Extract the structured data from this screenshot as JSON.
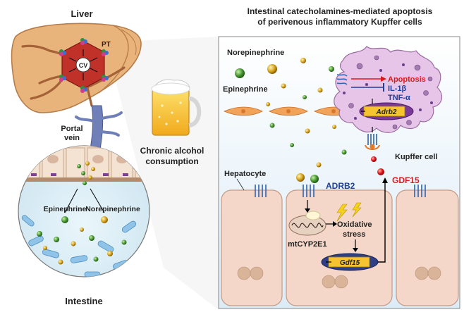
{
  "left_panel": {
    "liver_title": "Liver",
    "pt_label": "PT",
    "cv_label": "CV",
    "portal_vein_line1": "Portal",
    "portal_vein_line2": "vein",
    "epinephrine_label": "Epinephrine",
    "norepinephrine_label": "Norepinephrine",
    "intestine_title": "Intestine"
  },
  "middle": {
    "alcohol_line1": "Chronic alcohol",
    "alcohol_line2": "consumption"
  },
  "right_panel": {
    "title_line1": "Intestinal catecholamines-mediated apoptosis",
    "title_line2": "of perivenous inflammatory Kupffer cells",
    "norepinephrine_label": "Norepinephrine",
    "epinephrine_label": "Epinephrine",
    "apoptosis_label": "Apoptosis",
    "il1b_label": "IL-1β",
    "tnfa_label": "TNF-α",
    "adrb2_gene_label": "Adrb2",
    "kupffer_label": "Kupffer cell",
    "gdf15_label": "GDF15",
    "hepatocyte_label": "Hepatocyte",
    "adrb2_receptor_label": "ADRB2",
    "oxidative_line1": "Oxidative",
    "oxidative_line2": "stress",
    "mtcyp_label": "mtCYP2E1",
    "gdf15_gene_label": "Gdf15"
  },
  "colors": {
    "liver": "#e8b47c",
    "liver_edge": "#b77c48",
    "central_hex": "#c0312a",
    "kupffer": "#e6c5e8",
    "hepatocyte": "#f4d7c8",
    "receptor": "#2d63b5",
    "epinephrine": "#4a9a34",
    "norepinephrine": "#d8a51c",
    "gdf15": "#e1161b",
    "apoptosis_text": "#e1161b",
    "cytokine_text": "#1f3f9a",
    "adrb2_text": "#1f3f9a"
  }
}
